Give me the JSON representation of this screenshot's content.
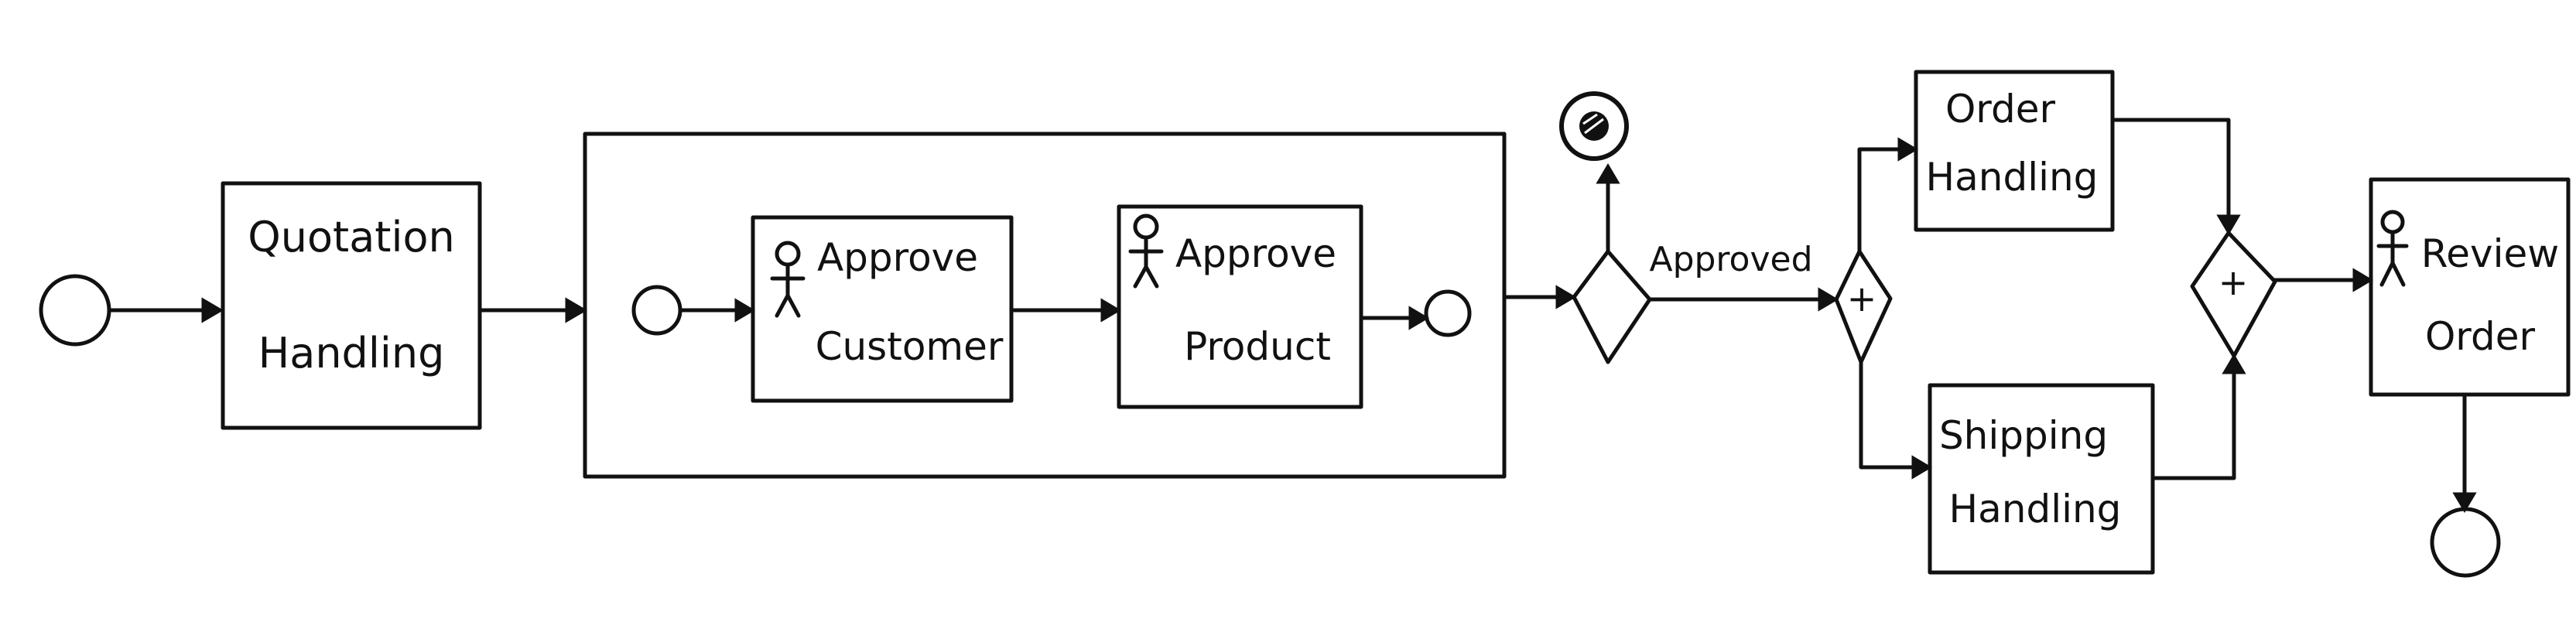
{
  "diagram": {
    "tasks": {
      "quotation_handling": {
        "line1": "Quotation",
        "line2": "Handling"
      },
      "approve_customer": {
        "line1": "Approve",
        "line2": "Customer"
      },
      "approve_product": {
        "line1": "Approve",
        "line2": "Product"
      },
      "order_handling": {
        "line1": "Order",
        "line2": "Handling"
      },
      "shipping_handling": {
        "line1": "Shipping",
        "line2": "Handling"
      },
      "review_order": {
        "line1": "Review",
        "line2": "Order"
      }
    },
    "flow_labels": {
      "approved": "Approved"
    },
    "gateways": {
      "parallel_split_symbol": "+",
      "parallel_join_symbol": "+"
    },
    "icons": {
      "user_task": "person-icon",
      "error_end": "error-end-event-icon"
    },
    "colors": {
      "ink": "#111111",
      "background": "#ffffff"
    }
  }
}
